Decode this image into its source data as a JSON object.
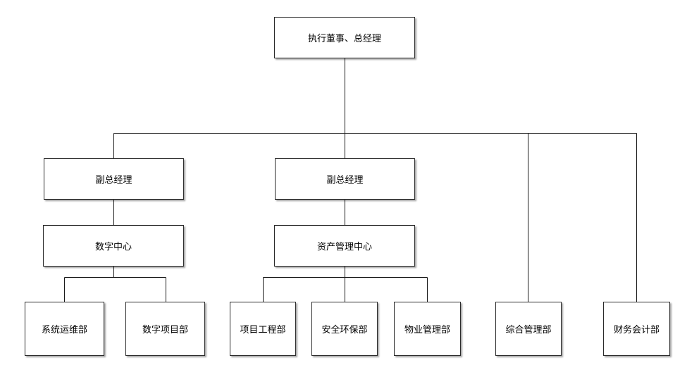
{
  "org": {
    "ceo": "执行董事、总经理",
    "vp1": "副总经理",
    "vp2": "副总经理",
    "digital_center": "数字中心",
    "asset_center": "资产管理中心",
    "sys_ops": "系统运维部",
    "digital_proj": "数字项目部",
    "proj_eng": "项目工程部",
    "safety": "安全环保部",
    "property": "物业管理部",
    "general": "综合管理部",
    "finance": "财务会计部"
  },
  "style": {
    "line_color": "#1a1a1a",
    "box_border": "#2b2b2b",
    "background": "#ffffff"
  }
}
